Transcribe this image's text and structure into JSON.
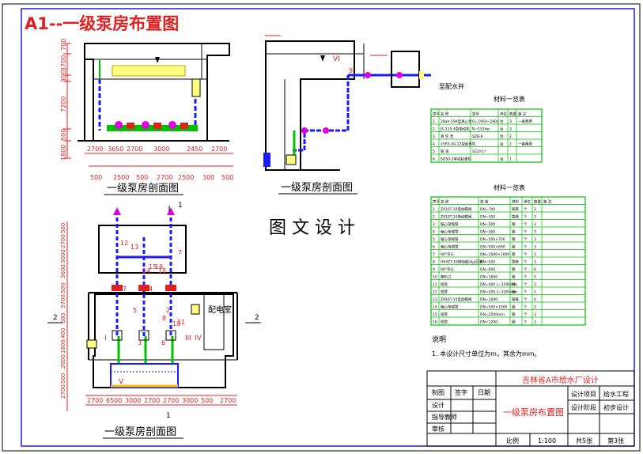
{
  "title": "A1--一级泵房布置图",
  "colors": {
    "red": "#e02020",
    "blue": "#1a1aff",
    "green": "#00c000",
    "black": "#000000",
    "magenta": "#e000e0",
    "yellow": "#ffff80",
    "olive": "#c0a000"
  },
  "section_labels": [
    "一级泵房剖面图",
    "一级泵房剖面图",
    "一级泵房剖面图"
  ],
  "watermark": "图 文 设 计",
  "ann": {
    "roman6": "VI",
    "roman1": "I",
    "roman3": "III",
    "roman4": "IV",
    "roman5": "V",
    "outlet": "至配水井",
    "cut_top": "1",
    "cut_left": "2",
    "cut_right": "2",
    "cut_bottom": "1",
    "room": "配电室",
    "n9": "9"
  },
  "dims": {
    "A_left": [
      "700",
      "3700",
      "300",
      "7200",
      "500",
      "1800"
    ],
    "A_bottom1": [
      "2700",
      "3650",
      "2700",
      "3000",
      "2450",
      "2700"
    ],
    "A_bottom2": [
      "500",
      "2500",
      "500",
      "2700",
      "2500",
      "300",
      "500"
    ],
    "C_left": [
      "500",
      "2700",
      "3000",
      "3600",
      "500",
      "3700",
      "500",
      "400",
      "1800",
      "2000",
      "500",
      "2700"
    ],
    "C_bottom": [
      "2700",
      "6500",
      "3000",
      "2700",
      "2700",
      "3000",
      "500",
      "2700"
    ]
  },
  "numbers": [
    "13",
    "12",
    "14",
    "15",
    "16",
    "18",
    "7",
    "5",
    "4",
    "2",
    "3",
    "8",
    "11",
    "6",
    "10",
    "17"
  ],
  "mat1": {
    "title": "材料一览表",
    "header": [
      "序号",
      "名 称",
      "型号",
      "单位",
      "数量",
      "备 注"
    ],
    "rows": [
      [
        "1",
        "28ah-19A型离心泵",
        "Q=1950~2800",
        "台",
        "3",
        "一备两用"
      ],
      [
        "2",
        "JS-115-4型电动机",
        "N=155kw",
        "台",
        "3",
        ""
      ],
      [
        "3",
        "真 空 泵",
        "SZB-8",
        "台",
        "2",
        ""
      ],
      [
        "4",
        "2SR5-50-12型起重机",
        "",
        "台",
        "2",
        "一备两用"
      ],
      [
        "5",
        "管 道",
        "S32Y-1*",
        "",
        "",
        ""
      ],
      [
        "6",
        "SD50-3单梁起重机",
        "",
        "台",
        "1",
        ""
      ]
    ]
  },
  "mat2": {
    "title": "材料一览表",
    "header": [
      "序号",
      "名 称",
      "规 格",
      "材料",
      "单位",
      "数量",
      "备 注"
    ],
    "rows": [
      [
        "1",
        "Z910T-10电动蝶阀",
        "DN=700",
        "铸铁",
        "个",
        "3",
        ""
      ],
      [
        "2",
        "Z910T-10电动蝶阀",
        "DN=500",
        "铸铁",
        "个",
        "3",
        ""
      ],
      [
        "3",
        "偏心渐缩管",
        "DN=500",
        "钢",
        "个",
        "3",
        ""
      ],
      [
        "4",
        "偏心渐缩管",
        "DN=500",
        "钢",
        "个",
        "3",
        ""
      ],
      [
        "5",
        "偏心渐缩管",
        "DN=500×700",
        "钢",
        "个",
        "3",
        ""
      ],
      [
        "6",
        "偏心渐缩管",
        "DN=500×600",
        "钢",
        "个",
        "3",
        ""
      ],
      [
        "7",
        "90°弯头",
        "DN=1000×1000",
        "钢",
        "个",
        "3",
        ""
      ],
      [
        "8",
        "HS4ZT-10微阻缓闭止回阀",
        "DN=500",
        "铸铁",
        "个",
        "3",
        ""
      ],
      [
        "9",
        "90°弯头",
        "DN=600",
        "钢",
        "个",
        "6",
        ""
      ],
      [
        "10",
        "喇叭口",
        "DN=1600",
        "钢",
        "个",
        "3",
        ""
      ],
      [
        "11",
        "短管",
        "DN=600 L=1500mm",
        "钢",
        "个",
        "3",
        ""
      ],
      [
        "12",
        "短管",
        "DN=500 L=1000mm",
        "钢",
        "个",
        "3",
        ""
      ],
      [
        "13",
        "Z910T-10电动蝶阀",
        "DN=1000",
        "铸铁",
        "个",
        "4",
        ""
      ],
      [
        "14",
        "偏心渐缩管",
        "DN=500×1000",
        "钢",
        "个",
        "3",
        ""
      ],
      [
        "15",
        "短管",
        "DN=2000mm",
        "钢",
        "个",
        "3",
        ""
      ],
      [
        "16",
        "短管",
        "DN=1200",
        "钢",
        "个",
        "3",
        ""
      ]
    ]
  },
  "note_title": "说明",
  "note": "1. 本设计尺寸单位为m，其余为mm。",
  "tb": {
    "company": "吉林省A市给水厂设计",
    "drawing": "一级泵房布置图",
    "left": [
      [
        "制图",
        "签字",
        "日期"
      ],
      [
        "设计",
        "",
        ""
      ],
      [
        "指导教师",
        "",
        ""
      ],
      [
        "审核",
        "",
        ""
      ]
    ],
    "right": [
      [
        "设计项目",
        "给水工程"
      ],
      [
        "设计阶段",
        "初步设计"
      ]
    ],
    "bottom": [
      "比例",
      "1:100",
      "共5张",
      "第3张"
    ]
  }
}
